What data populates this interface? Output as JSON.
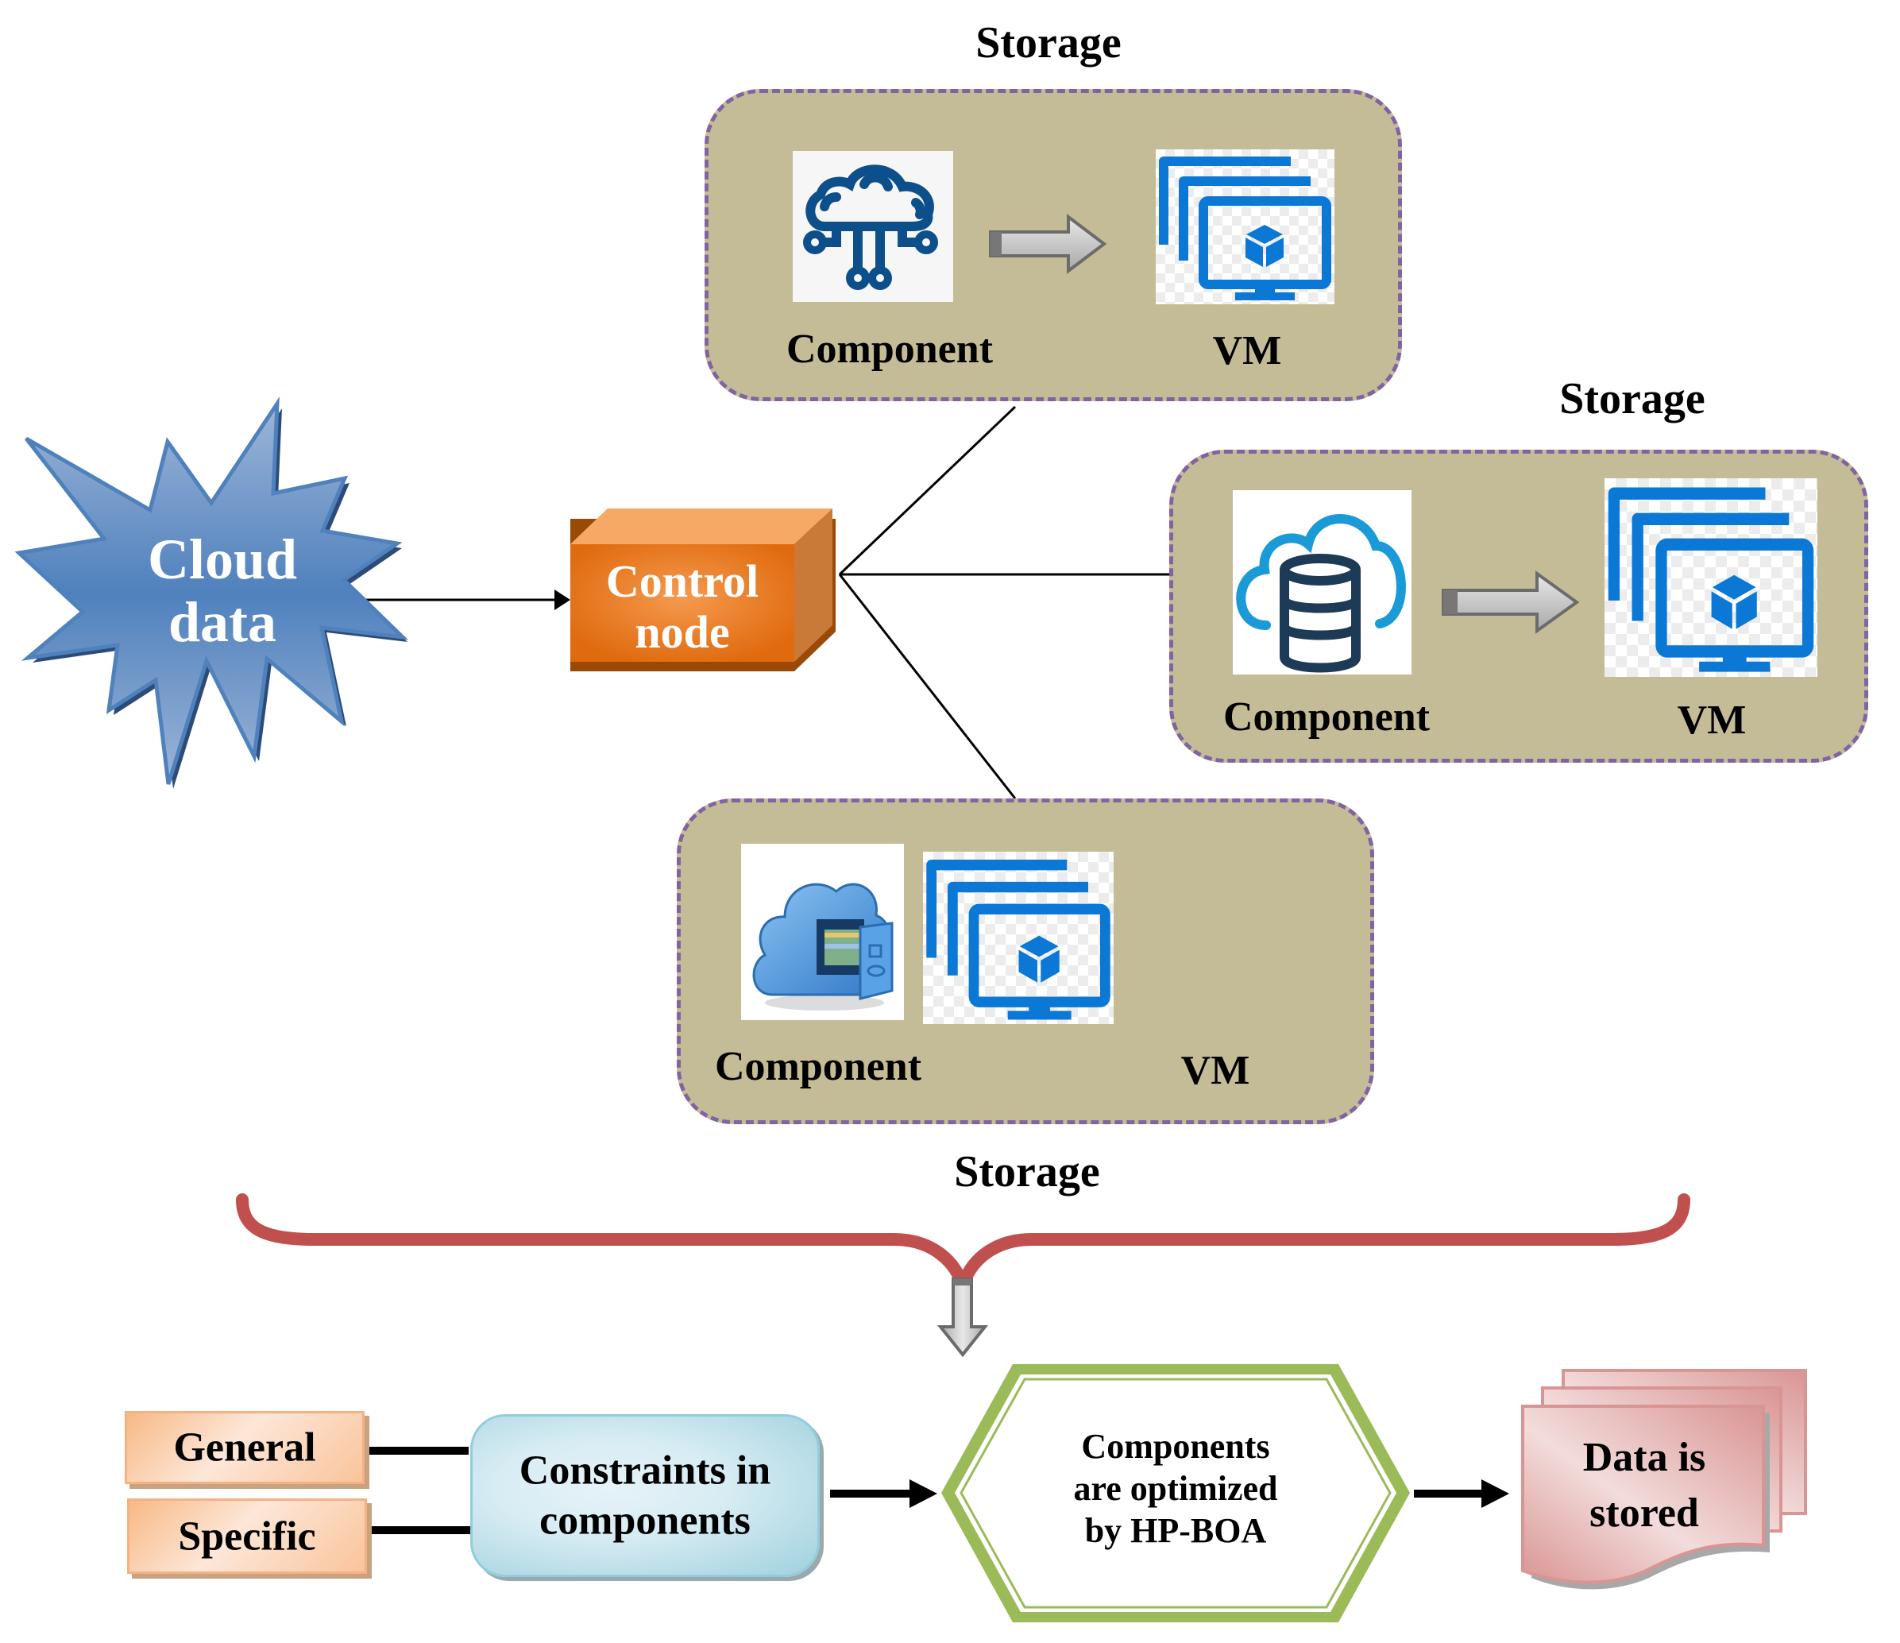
{
  "diagram": {
    "source": {
      "label_line1": "Cloud",
      "label_line2": "data",
      "icon": "starburst-shape",
      "color": "#4f81bd"
    },
    "control_node": {
      "label_line1": "Control",
      "label_line2": "node",
      "color": "#e46c0a"
    },
    "storage_groups": [
      {
        "title": "Storage",
        "component_label": "Component",
        "vm_label": "VM",
        "component_icon": "cloud-network-icon",
        "vm_icon": "virtual-machines-icon"
      },
      {
        "title": "Storage",
        "component_label": "Component",
        "vm_label": "VM",
        "component_icon": "cloud-database-icon",
        "vm_icon": "virtual-machines-icon"
      },
      {
        "title": "Storage",
        "component_label": "Component",
        "vm_label": "VM",
        "component_icon": "cloud-file-cabinet-icon",
        "vm_icon": "virtual-machines-icon"
      }
    ],
    "constraint_types": [
      {
        "label": "General"
      },
      {
        "label": "Specific"
      }
    ],
    "constraints_box": {
      "label_line1": "Constraints in",
      "label_line2": "components"
    },
    "optimizer": {
      "label_line1": "Components",
      "label_line2": "are optimized",
      "label_line3": "by HP-BOA",
      "color": "#9bbb59"
    },
    "output": {
      "label_line1": "Data is",
      "label_line2": "stored",
      "color": "#d99594"
    },
    "colors": {
      "storage_fill": "#c4bc97",
      "storage_border": "#8064a2",
      "brace": "#c0504d",
      "vm_blue": "#0a78d4",
      "component_dark_blue": "#0d4f8b"
    }
  }
}
